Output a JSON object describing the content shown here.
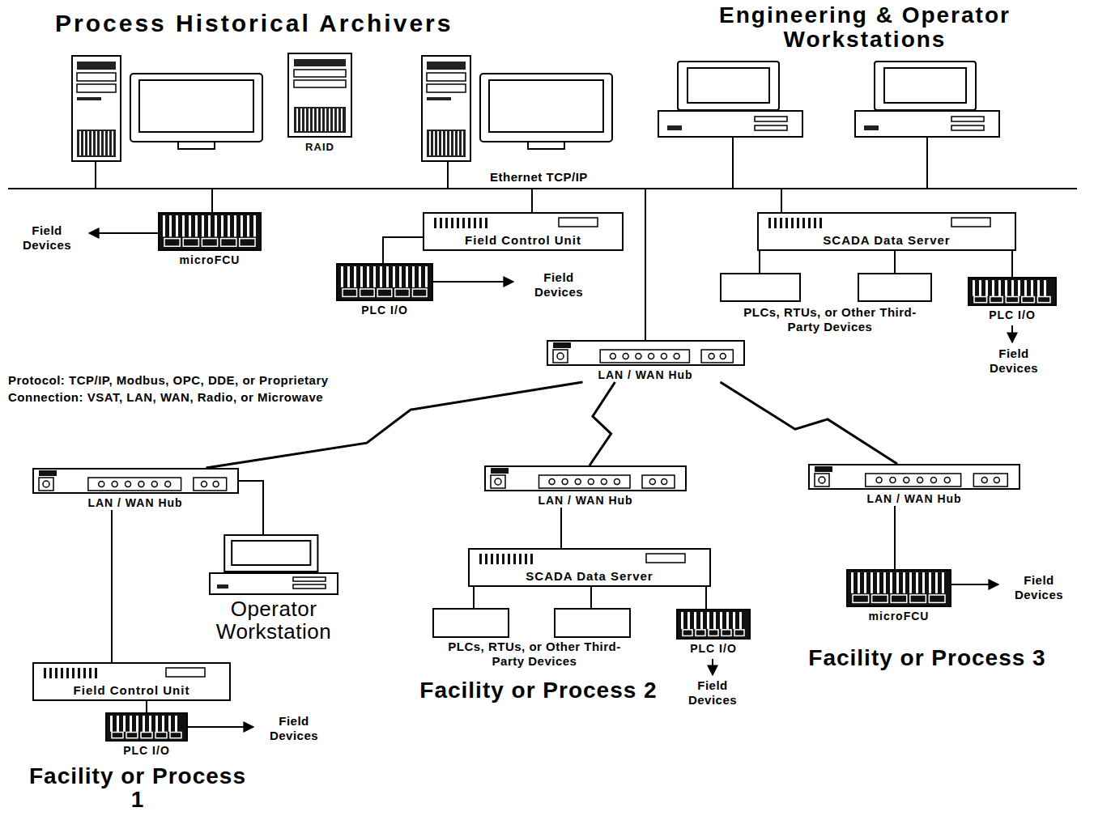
{
  "diagram": {
    "nodes": [
      {
        "text": [
          "RAID"
        ]
      },
      {
        "text": [
          "microFCU"
        ]
      },
      {
        "text": [
          "Field Control Unit"
        ]
      },
      {
        "text": [
          "PLC I/O"
        ]
      },
      {
        "text": [
          "SCADA Data Server"
        ]
      },
      {
        "text": [
          "PLC I/O"
        ]
      },
      {
        "text": [
          "LAN / WAN Hub"
        ]
      },
      {
        "text": [
          "LAN / WAN Hub"
        ]
      },
      {
        "text": [
          "Operator Workstation"
        ]
      },
      {
        "text": [
          "Field Control Unit"
        ]
      },
      {
        "text": [
          "PLC I/O"
        ]
      },
      {
        "text": [
          "LAN / WAN Hub"
        ]
      },
      {
        "text": [
          "SCADA Data Server"
        ]
      },
      {
        "text": [
          "PLC I/O"
        ]
      },
      {
        "text": [
          "LAN / WAN Hub"
        ]
      },
      {
        "text": [
          "microFCU"
        ]
      }
    ],
    "edges": [
      {
        "from": 2,
        "to": 3,
        "arrow": "none"
      },
      {
        "from": 4,
        "to": 5,
        "arrow": "none"
      },
      {
        "from": 6,
        "to": 7,
        "arrow": "none"
      },
      {
        "from": 6,
        "to": 11,
        "arrow": "none"
      },
      {
        "from": 6,
        "to": 14,
        "arrow": "none"
      },
      {
        "from": 7,
        "to": 8,
        "arrow": "none"
      },
      {
        "from": 7,
        "to": 9,
        "arrow": "none"
      },
      {
        "from": 9,
        "to": 10,
        "arrow": "none"
      },
      {
        "from": 11,
        "to": 12,
        "arrow": "none"
      },
      {
        "from": 12,
        "to": 13,
        "arrow": "none"
      },
      {
        "from": 14,
        "to": 15,
        "arrow": "none"
      }
    ],
    "labels": [
      "Process Historical Archivers",
      "Engineering & Operator Workstations",
      "Ethernet TCP/IP",
      "Field Devices",
      "Field Devices",
      "PLCs, RTUs, or Other Third-Party Devices",
      "Field Devices",
      "Protocol: TCP/IP, Modbus, OPC, DDE, or Proprietary",
      "Connection: VSAT, LAN, WAN, Radio, or Microwave",
      "Field Devices",
      "Facility or Process 1",
      "PLCs, RTUs, or Other Third-Party Devices",
      "Field Devices",
      "Facility or Process 2",
      "Field Devices",
      "Facility or Process 3"
    ]
  }
}
